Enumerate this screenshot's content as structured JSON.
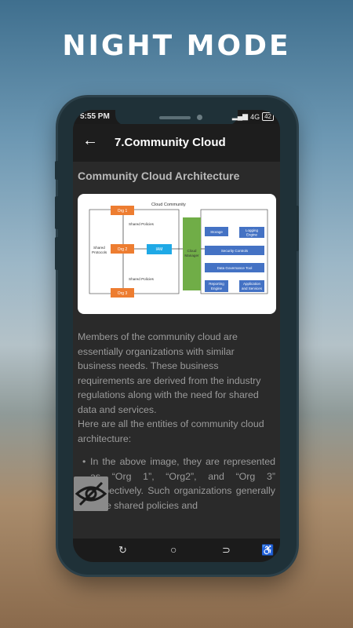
{
  "banner": {
    "title": "NIGHT MODE"
  },
  "status_bar": {
    "time": "5:55 PM",
    "network": "4G",
    "battery": "42"
  },
  "app_bar": {
    "title": "7.Community Cloud"
  },
  "content": {
    "heading": "Community Cloud Architecture",
    "paragraph1": "Members of the community cloud are essentially organizations with similar business needs. These business requirements are derived from the industry regulations along with the need for shared data and services.",
    "paragraph2": "Here are all the entities of community cloud architecture:",
    "bullet1": "In the above image, they are represented as “Org 1”, “Org2”, and “Org 3” respectively. Such organizations generally have shared policies and"
  },
  "diagram": {
    "title": "Cloud Community",
    "orgs": [
      "Org 1",
      "Org 2",
      "Org 3"
    ],
    "shared_policies": "Shared Policies",
    "shared_protocols": [
      "Shared",
      "Protocols"
    ],
    "iam": "IAM",
    "cloud_manager": [
      "Cloud",
      "Manager"
    ],
    "storage": "Storage",
    "logging_engine": [
      "Logging",
      "Engine"
    ],
    "security_controls": "Security Controls",
    "data_governance": "Data Governance Tool",
    "reporting_engine": [
      "Reporting",
      "Engine"
    ],
    "app_services": [
      "Application",
      "and Services"
    ]
  },
  "colors": {
    "org": "#ed7d31",
    "iam": "#1fa9e6",
    "cloud_manager": "#70ad47",
    "service_box": "#4472c4",
    "screen_bg": "#2a2a2a",
    "frame": "#1f3138"
  },
  "icons": {
    "back": "arrow-left-icon",
    "eye": "eye-slash-icon",
    "nav": [
      "recent-apps-icon",
      "home-icon",
      "back-nav-icon",
      "accessibility-icon"
    ]
  }
}
